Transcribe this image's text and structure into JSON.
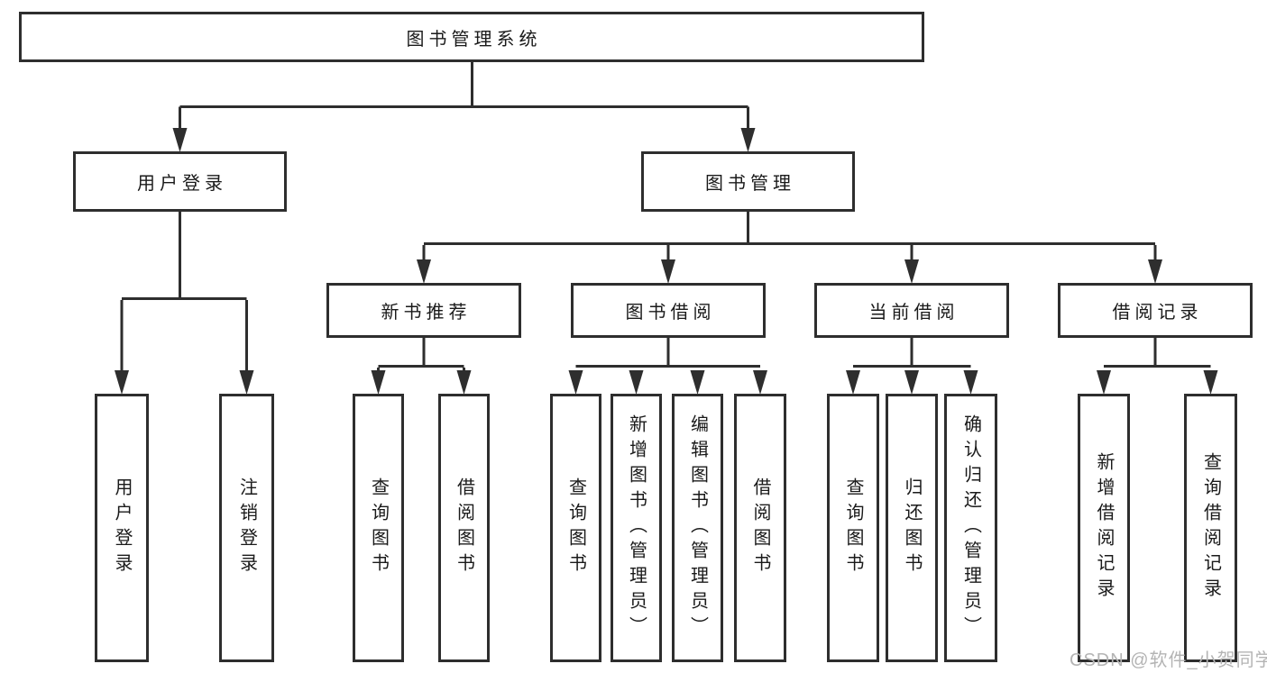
{
  "diagram": {
    "root": {
      "label": "图书管理系统"
    },
    "level2": [
      {
        "label": "用户登录"
      },
      {
        "label": "图书管理"
      }
    ],
    "level3": [
      {
        "label": "新书推荐"
      },
      {
        "label": "图书借阅"
      },
      {
        "label": "当前借阅"
      },
      {
        "label": "借阅记录"
      }
    ],
    "leaves": {
      "user_login": [
        "用户登录",
        "注销登录"
      ],
      "new_books": [
        "查询图书",
        "借阅图书"
      ],
      "book_borrow": [
        "查询图书",
        "新增图书（管理员）",
        "编辑图书（管理员）",
        "借阅图书"
      ],
      "current_borrow": [
        "查询图书",
        "归还图书",
        "确认归还（管理员）"
      ],
      "borrow_records": [
        "新增借阅记录",
        "查询借阅记录"
      ]
    }
  },
  "watermark": "CSDN @软件_小贺同学",
  "colors": {
    "line": "#2e2e2e",
    "text": "#1a1a1a",
    "watermark": "#b4b4b4",
    "background": "#ffffff"
  }
}
